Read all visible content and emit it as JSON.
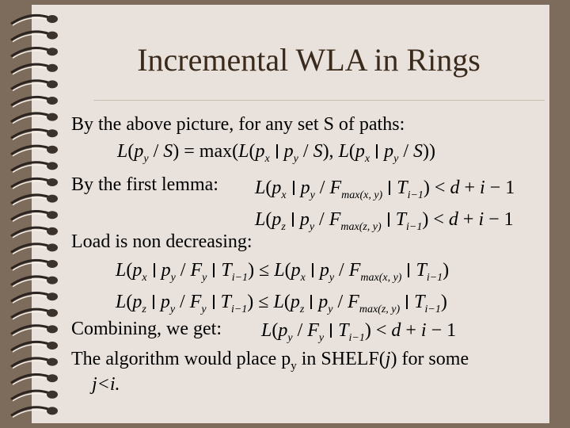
{
  "title": "Incremental WLA in Rings",
  "lines": {
    "l1": "By the above picture, for any set S of paths:",
    "l2": "By the first lemma:",
    "l3": "Load is non decreasing:",
    "l4": "Combining, we get:",
    "l5a": "The algorithm would place p",
    "l5b": "y",
    "l5c": " in SHELF(",
    "l5d": "j",
    "l5e": ") for some",
    "l6": "j<i."
  },
  "math": {
    "f1": "L(p_y / S) = max(L(p_x | p_y / S), L(p_x | p_y / S))",
    "f2": "L(p_x | p_y / F_max(x,y) | T_i−1) < d + i − 1",
    "f3": "L(p_z | p_y / F_max(z,y) | T_i−1) < d + i − 1",
    "f4": "L(p_x | p_y / F_y | T_i−1) ≤ L(p_x | p_y / F_max(x,y) | T_i−1)",
    "f5": "L(p_z | p_y / F_y | T_i−1) ≤ L(p_z | p_y / F_max(z,y) | T_i−1)",
    "f6": "L(p_y / F_y | T_i−1) < d + i − 1"
  }
}
